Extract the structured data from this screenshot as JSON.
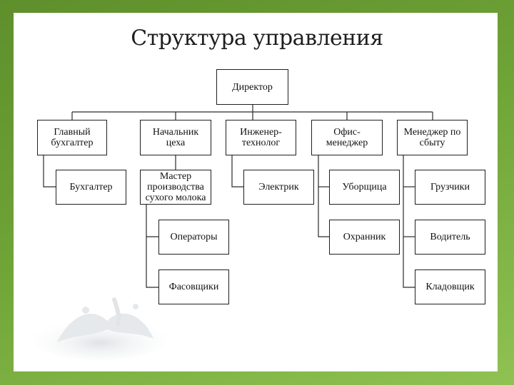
{
  "title": "Структура управления",
  "nodes": {
    "director": "Директор",
    "chief_accountant": "Главный бухгалтер",
    "shop_head": "Начальник цеха",
    "engineer": "Инженер-технолог",
    "office_manager": "Офис-менеджер",
    "sales_manager": "Менеджер по сбыту",
    "accountant": "Бухгалтер",
    "dry_milk_master": "Мастер производства сухого молока",
    "operators": "Операторы",
    "packers": "Фасовщики",
    "electrician": "Электрик",
    "cleaner": "Уборщица",
    "guard": "Охранник",
    "loaders": "Грузчики",
    "driver": "Водитель",
    "storekeeper": "Кладовщик"
  }
}
